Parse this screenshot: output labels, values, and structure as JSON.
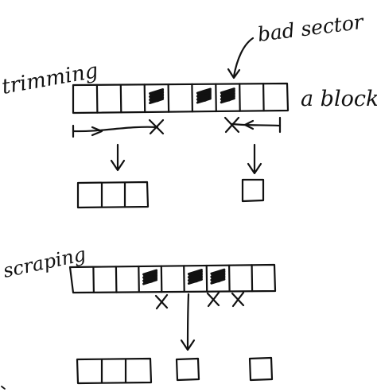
{
  "labels": {
    "bad_sector": "bad sector",
    "a_block": "a block",
    "trimming": "trimming",
    "scraping": "scraping"
  },
  "colors": {
    "ink": "#111111",
    "background": "#ffffff"
  },
  "top_block": {
    "cells": 9,
    "bad_cells": [
      4,
      6,
      7
    ]
  },
  "bottom_block": {
    "cells": 9,
    "bad_cells": [
      4,
      6,
      7
    ]
  }
}
